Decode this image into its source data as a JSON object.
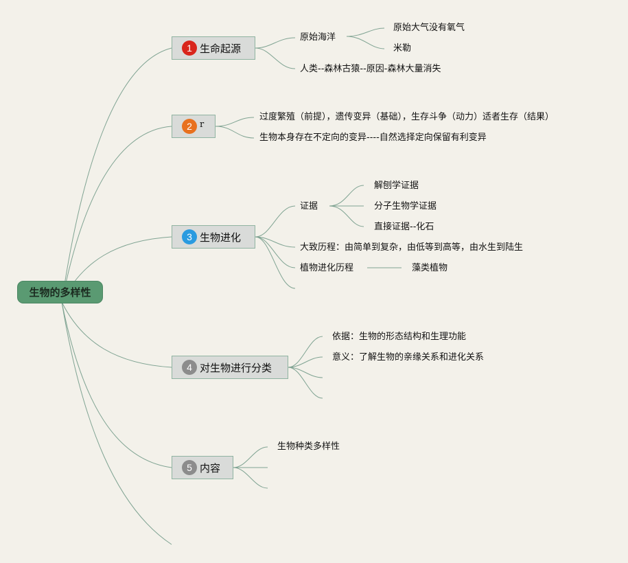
{
  "root": {
    "label": "生物的多样性"
  },
  "colors": {
    "line": "#7fa392",
    "root_bg": "#5a9a72",
    "topic_bg": "#d9dbd9",
    "badge_1": "#d9261c",
    "badge_2": "#e8711f",
    "badge_3": "#2a9be0",
    "badge_4": "#8c8c8c",
    "badge_5": "#8c8c8c"
  },
  "topics": [
    {
      "num": "1",
      "label": "生命起源"
    },
    {
      "num": "2",
      "label": "r"
    },
    {
      "num": "3",
      "label": "生物进化"
    },
    {
      "num": "4",
      "label": "对生物进行分类"
    },
    {
      "num": "5",
      "label": "内容"
    }
  ],
  "t1": {
    "primitive_ocean": "原始海洋",
    "no_oxygen": "原始大气没有氧气",
    "miller": "米勒",
    "human": "人类--森林古猿--原因-森林大量消失"
  },
  "t2": {
    "line1": "过度繁殖（前提），遗传变异（基础），生存斗争（动力）适者生存（结果）",
    "line2": "生物本身存在不定向的变异----自然选择定向保留有利变异"
  },
  "t3": {
    "evidence": "证据",
    "anatomy": "解刨学证据",
    "molecular": "分子生物学证据",
    "direct": "直接证据--化石",
    "course": "大致历程：由简单到复杂，由低等到高等，由水生到陆生",
    "plant_course": "植物进化历程",
    "algae": "藻类植物"
  },
  "t4": {
    "basis": "依据：生物的形态结构和生理功能",
    "meaning": "意义：了解生物的亲缘关系和进化关系"
  },
  "t5": {
    "species": "生物种类多样性"
  }
}
